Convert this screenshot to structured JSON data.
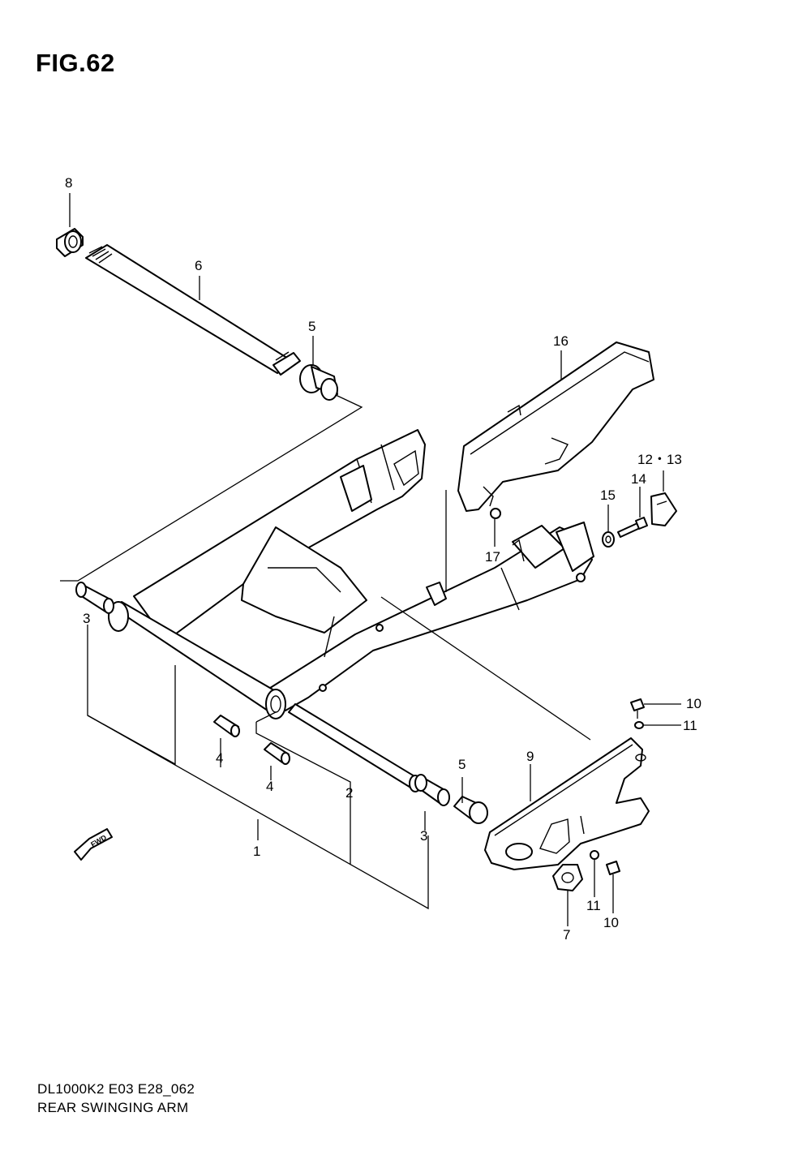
{
  "figure": {
    "title": "FIG.62"
  },
  "footer": {
    "code": "DL1000K2 E03 E28_062",
    "name": "REAR SWINGING ARM"
  },
  "arrow": {
    "label": "FWD"
  },
  "callouts": [
    {
      "id": "c8",
      "text": "8"
    },
    {
      "id": "c6",
      "text": "6"
    },
    {
      "id": "c5a",
      "text": "5"
    },
    {
      "id": "c16",
      "text": "16"
    },
    {
      "id": "c12_13",
      "text": "12・13"
    },
    {
      "id": "c14",
      "text": "14"
    },
    {
      "id": "c15",
      "text": "15"
    },
    {
      "id": "c17",
      "text": "17"
    },
    {
      "id": "c3a",
      "text": "3"
    },
    {
      "id": "c10a",
      "text": "10"
    },
    {
      "id": "c11a",
      "text": "11"
    },
    {
      "id": "c4a",
      "text": "4"
    },
    {
      "id": "c4b",
      "text": "4"
    },
    {
      "id": "c9",
      "text": "9"
    },
    {
      "id": "c5b",
      "text": "5"
    },
    {
      "id": "c2",
      "text": "2"
    },
    {
      "id": "c3b",
      "text": "3"
    },
    {
      "id": "c1",
      "text": "1"
    },
    {
      "id": "c11b",
      "text": "11"
    },
    {
      "id": "c10b",
      "text": "10"
    },
    {
      "id": "c7",
      "text": "7"
    }
  ]
}
